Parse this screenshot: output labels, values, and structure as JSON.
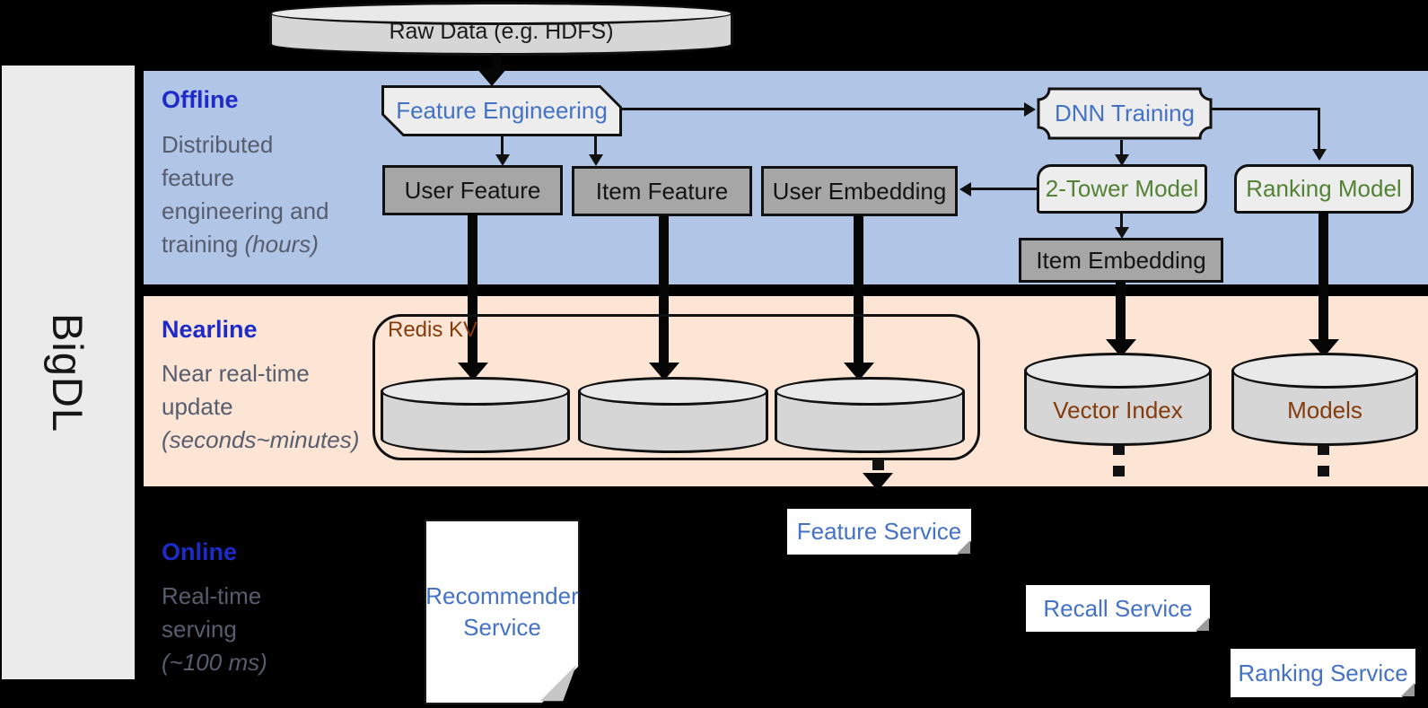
{
  "title": "BigDL",
  "sources": {
    "raw_data": "Raw Data (e.g. HDFS)"
  },
  "sections": {
    "offline": {
      "label": "Offline",
      "desc": "Distributed\nfeature\nengineering and\ntraining ",
      "desc_italic": "(hours)"
    },
    "nearline": {
      "label": "Nearline",
      "desc": "Near real-time\nupdate\n",
      "desc_italic": "(seconds~minutes)"
    },
    "online": {
      "label": "Online",
      "desc": "Real-time\nserving\n",
      "desc_italic": "(~100 ms)"
    }
  },
  "offline_nodes": {
    "feature_engineering": "Feature Engineering",
    "dnn_training": "DNN Training",
    "user_feature": "User Feature",
    "item_feature": "Item Feature",
    "user_embedding": "User Embedding",
    "two_tower_model": "2-Tower Model",
    "ranking_model": "Ranking Model",
    "item_embedding": "Item Embedding"
  },
  "nearline_nodes": {
    "redis": "Redis KV",
    "vector_index": "Vector Index",
    "models": "Models"
  },
  "online_nodes": {
    "recommender": "Recommender Service",
    "feature_service": "Feature Service",
    "recall_service": "Recall Service",
    "ranking_service": "Ranking Service"
  },
  "colors": {
    "background": "#000000",
    "band_offline": "#b1c5e7",
    "band_nearline": "#fce5d4",
    "sidebar_gray": "#ebebeb",
    "node_dark_gray": "#a6a6a6",
    "node_light_gray": "#ededed",
    "cylinder_gray": "#d6d6d6",
    "text_blue": "#4472c4",
    "text_green": "#548235",
    "text_brown": "#843c0c",
    "heading_blue": "#1e2bc9",
    "desc_gray": "#565d6e"
  }
}
